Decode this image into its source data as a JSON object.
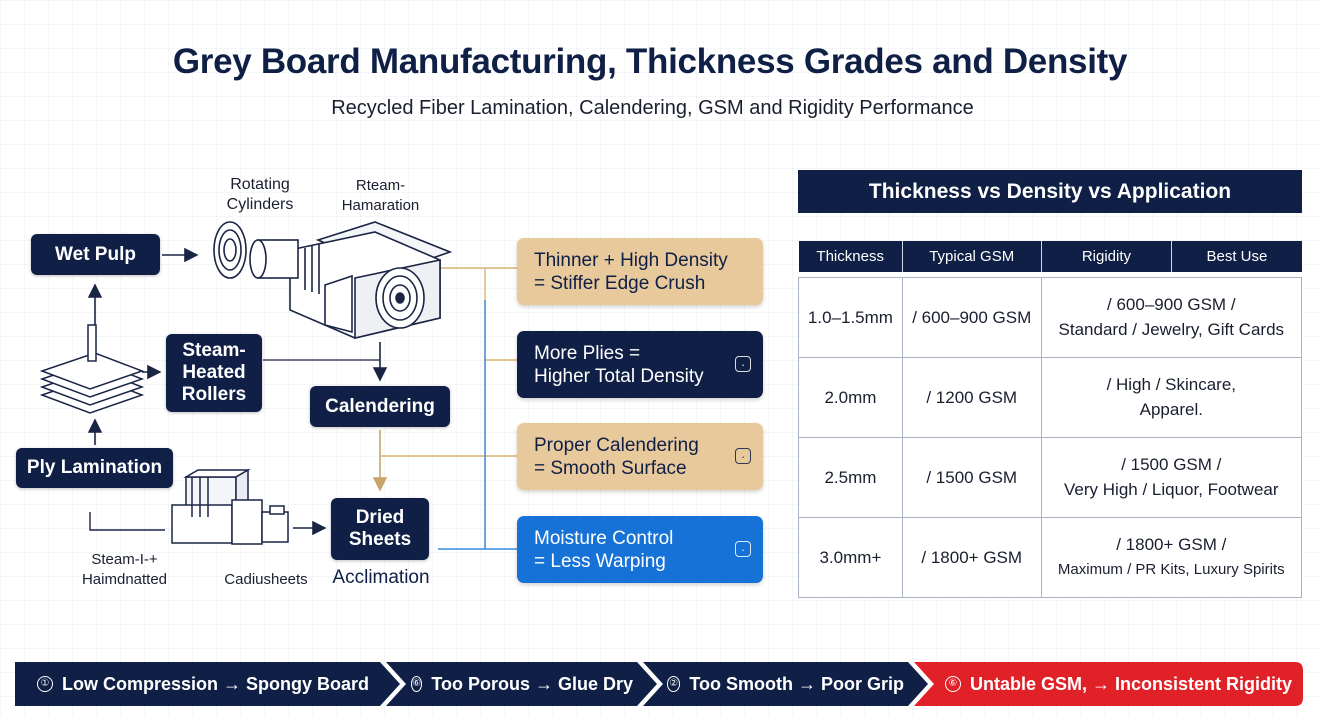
{
  "header": {
    "title": "Grey Board Manufacturing, Thickness Grades and Density",
    "subtitle": "Recycled Fiber Lamination, Calendering, GSM and Rigidity Performance"
  },
  "process": {
    "wet_pulp": "Wet Pulp",
    "steam_heated_rollers_line1": "Steam-",
    "steam_heated_rollers_line2": "Heated",
    "steam_heated_rollers_line3": "Rollers",
    "ply_lamination": "Ply Lamination",
    "calendering": "Calendering",
    "dried_sheets_line1": "Dried",
    "dried_sheets_line2": "Sheets",
    "rotating_cylinders_line1": "Rotating",
    "rotating_cylinders_line2": "Cylinders",
    "rteam_lamination_line1": "Rteam-",
    "rteam_lamination_line2": "Hamaration",
    "steam_halmdnatted_line1": "Steam-I-+",
    "steam_halmdnatted_line2": "Haimdnatted",
    "cadiusheets": "Cadiusheets",
    "acclimation": "Acclimation"
  },
  "insights": [
    {
      "line1": "Thinner + High Density",
      "line2": "= Stiffer Edge Crush",
      "style": "tan",
      "icon": ""
    },
    {
      "line1": "More Plies =",
      "line2": "Higher Total Density",
      "style": "navy",
      "icon": "info-icon"
    },
    {
      "line1": "Proper Calendering",
      "line2": "= Smooth Surface",
      "style": "tan",
      "icon": "info-icon"
    },
    {
      "line1": "Moisture Control",
      "line2": "= Less Warping",
      "style": "blue",
      "icon": "info-icon"
    }
  ],
  "table": {
    "title": "Thickness vs Density vs Application",
    "columns": [
      "Thickness",
      "Typical GSM",
      "Rigidity",
      "Best Use"
    ],
    "rows": [
      {
        "thickness": "1.0–1.5mm",
        "gsm": "/ 600–900 GSM",
        "rigidity_line1": "/ 600–900 GSM /",
        "rigidity_line2": "Standard / Jewelry, Gift Cards"
      },
      {
        "thickness": "2.0mm",
        "gsm": "/ 1200 GSM",
        "rigidity_line1": "/ High / Skincare,",
        "rigidity_line2": "Apparel."
      },
      {
        "thickness": "2.5mm",
        "gsm": "/ 1500 GSM",
        "rigidity_line1": "/ 1500 GSM /",
        "rigidity_line2": "Very High / Liquor, Footwear"
      },
      {
        "thickness": "3.0mm+",
        "gsm": "/ 1800+ GSM",
        "rigidity_line1": "/ 1800+ GSM /",
        "rigidity_line2": "Maximum / PR Kits, Luxury Spirits"
      }
    ]
  },
  "defects": [
    {
      "num": "①",
      "text": "Low Compression → Spongy Board",
      "color": "#0f1f45"
    },
    {
      "num": "⑥",
      "text": "Too Porous → Glue Dry",
      "color": "#0f1f45"
    },
    {
      "num": "②",
      "text": "Too Smooth → Poor Grip",
      "color": "#0f1f45"
    },
    {
      "num": "⑥",
      "text": "Untable GSM, → Inconsistent Rigidity",
      "color": "#e02127"
    }
  ],
  "colors": {
    "navy": "#0f1f45",
    "tan": "#e7c99c",
    "blue": "#1672d6",
    "red": "#e02127",
    "gold_line": "#d9b477",
    "blue_line": "#3a8be0"
  }
}
